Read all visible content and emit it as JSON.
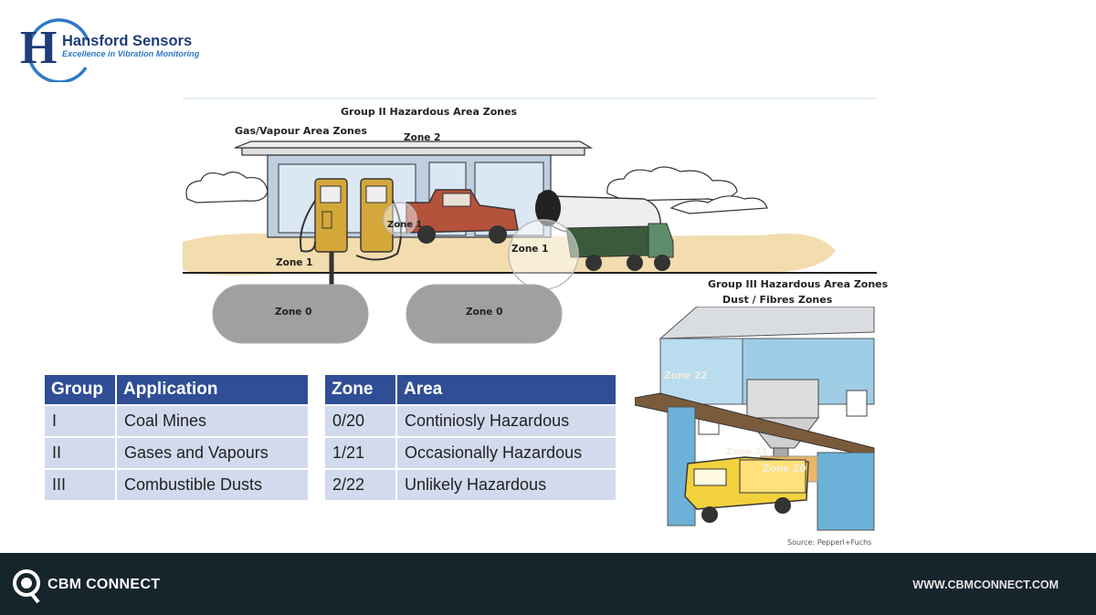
{
  "logo": {
    "letter": "H",
    "name": "Hansford Sensors",
    "tagline": "Excellence in Vibration Monitoring",
    "color": "#1f3c7a",
    "accent": "#2f78c6"
  },
  "diagram": {
    "title": "Group II Hazardous Area Zones",
    "gas_heading": "Gas/Vapour Area Zones",
    "zone2": "Zone 2",
    "zone1_left": "Zone 1",
    "zone1_pump": "Zone 1",
    "zone1_tanker": "Zone 1",
    "tank_left": "Zone 0",
    "tank_right": "Zone 0",
    "group3_title": "Group III Hazardous Area Zones",
    "dust_heading": "Dust / Fibres Zones",
    "zone22": "Zone 22",
    "zone21": "Zone 21",
    "zone20": "Zone 20",
    "source": "Source: Pepperl+Fuchs"
  },
  "group_table": {
    "headers": [
      "Group",
      "Application"
    ],
    "rows": [
      [
        "I",
        "Coal Mines"
      ],
      [
        "II",
        "Gases and Vapours"
      ],
      [
        "III",
        "Combustible Dusts"
      ]
    ]
  },
  "zone_table": {
    "headers": [
      "Zone",
      "Area"
    ],
    "rows": [
      [
        "0/20",
        "Continiosly Hazardous"
      ],
      [
        "1/21",
        "Occasionally Hazardous"
      ],
      [
        "2/22",
        "Unlikely Hazardous"
      ]
    ]
  },
  "footer": {
    "brand": "CBM CONNECT",
    "url": "WWW.CBMCONNECT.COM",
    "icon": "cbm-q-icon"
  },
  "colors": {
    "table_header": "#2f4e96",
    "table_cell": "#d2dbed",
    "footer_bg": "#16242c"
  }
}
